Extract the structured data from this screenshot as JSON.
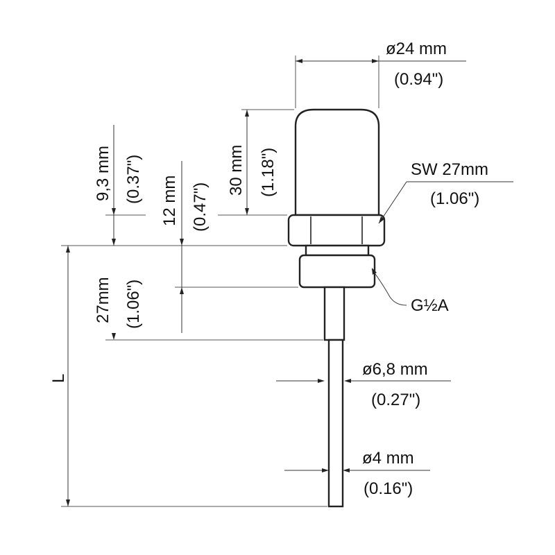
{
  "labels": {
    "head_diameter_mm": "ø24 mm",
    "head_diameter_in": "(0.94\")",
    "head_height_mm": "30 mm",
    "head_height_in": "(1.18\")",
    "hex_offset_mm": "9,3 mm",
    "hex_offset_in": "(0.37\")",
    "thread_length_mm": "12 mm",
    "thread_length_in": "(0.47\")",
    "hex_to_step_mm": "27mm",
    "hex_to_step_in": "(1.06\")",
    "wrench_size_mm": "SW 27mm",
    "wrench_size_in": "(1.06\")",
    "thread_spec": "G½A",
    "stem_diameter_mm": "ø6,8 mm",
    "stem_diameter_in": "(0.27\")",
    "tip_diameter_mm": "ø4 mm",
    "tip_diameter_in": "(0.16\")",
    "insertion_length": "L"
  }
}
